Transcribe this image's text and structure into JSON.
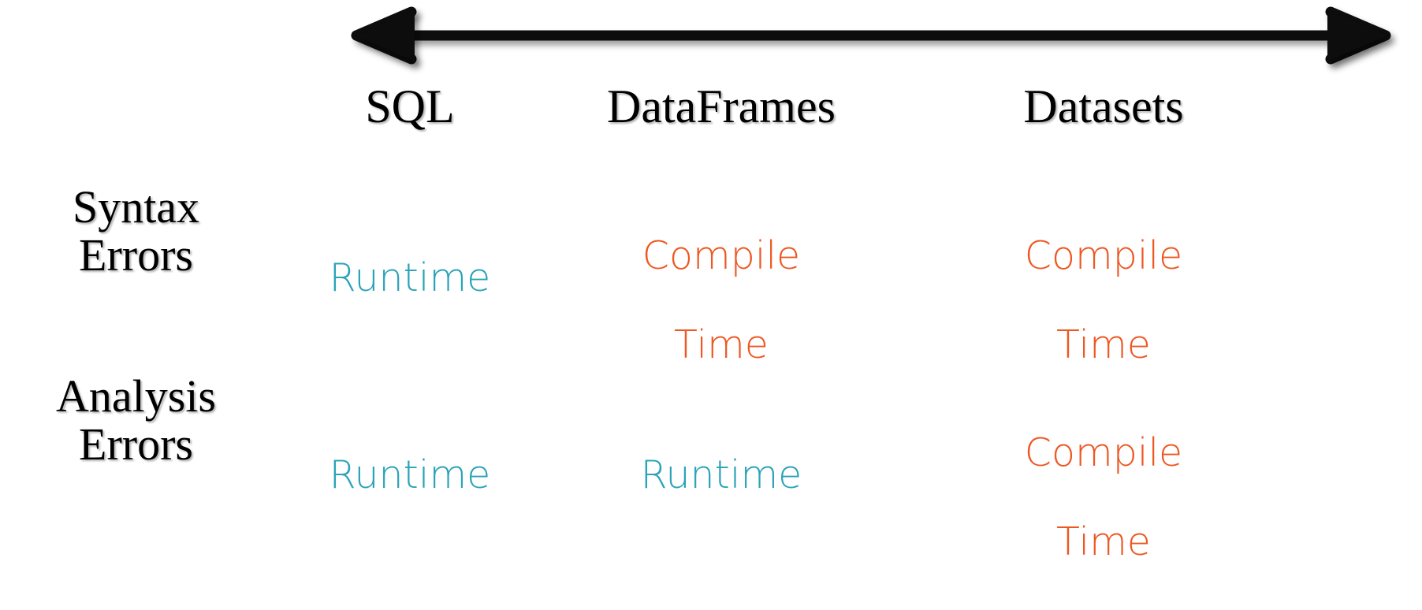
{
  "slide": {
    "axis": {
      "icon": "double-headed-arrow-icon",
      "direction": "both",
      "color": "#000000"
    },
    "colors": {
      "runtime": "#2AA3B8",
      "compile_time": "#EE5722",
      "text": "#000000",
      "background": "#FFFFFF"
    },
    "columns": [
      {
        "label": "SQL"
      },
      {
        "label": "DataFrames"
      },
      {
        "label": "Datasets"
      }
    ],
    "rows": [
      {
        "label_line1": "Syntax",
        "label_line2": "Errors",
        "cells": [
          {
            "line1": "Runtime",
            "line2": "",
            "kind": "runtime"
          },
          {
            "line1": "Compile",
            "line2": "Time",
            "kind": "compile_time"
          },
          {
            "line1": "Compile",
            "line2": "Time",
            "kind": "compile_time"
          }
        ]
      },
      {
        "label_line1": "Analysis",
        "label_line2": "Errors",
        "cells": [
          {
            "line1": "Runtime",
            "line2": "",
            "kind": "runtime"
          },
          {
            "line1": "Runtime",
            "line2": "",
            "kind": "runtime"
          },
          {
            "line1": "Compile",
            "line2": "Time",
            "kind": "compile_time"
          }
        ]
      }
    ]
  }
}
